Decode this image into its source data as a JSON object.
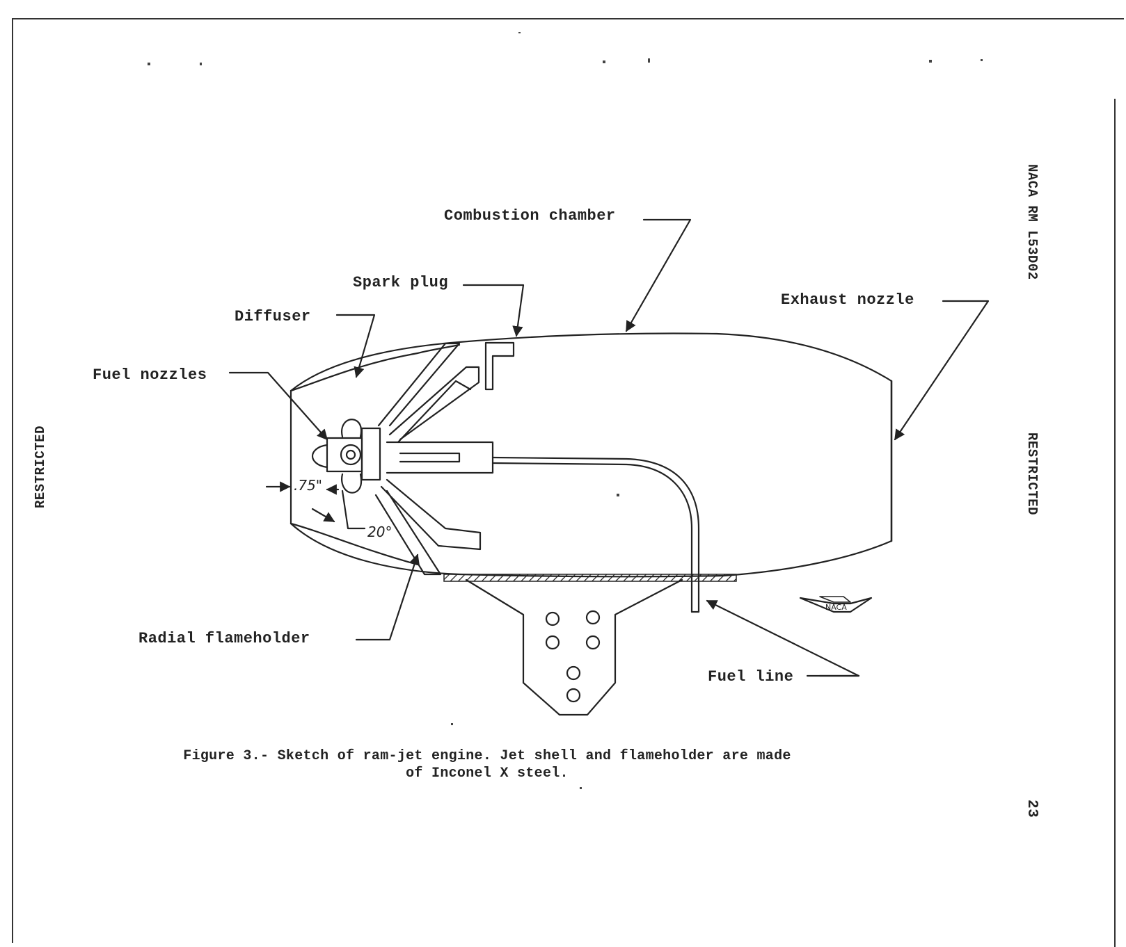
{
  "document": {
    "running_head": "NACA RM L53D02",
    "security_marking": "RESTRICTED",
    "page_number": "23"
  },
  "diagram": {
    "labels": {
      "combustion_chamber": "Combustion chamber",
      "spark_plug": "Spark plug",
      "diffuser": "Diffuser",
      "exhaust_nozzle": "Exhaust nozzle",
      "fuel_nozzles": "Fuel nozzles",
      "radial_flameholder": "Radial flameholder",
      "fuel_line": "Fuel line"
    },
    "dimensions": {
      "length": ".75\"",
      "angle": "20°"
    },
    "logo_text": "NACA"
  },
  "caption": {
    "line1": "Figure 3.- Sketch of ram-jet engine.  Jet shell and flameholder are made",
    "line2": "of Inconel X steel."
  }
}
